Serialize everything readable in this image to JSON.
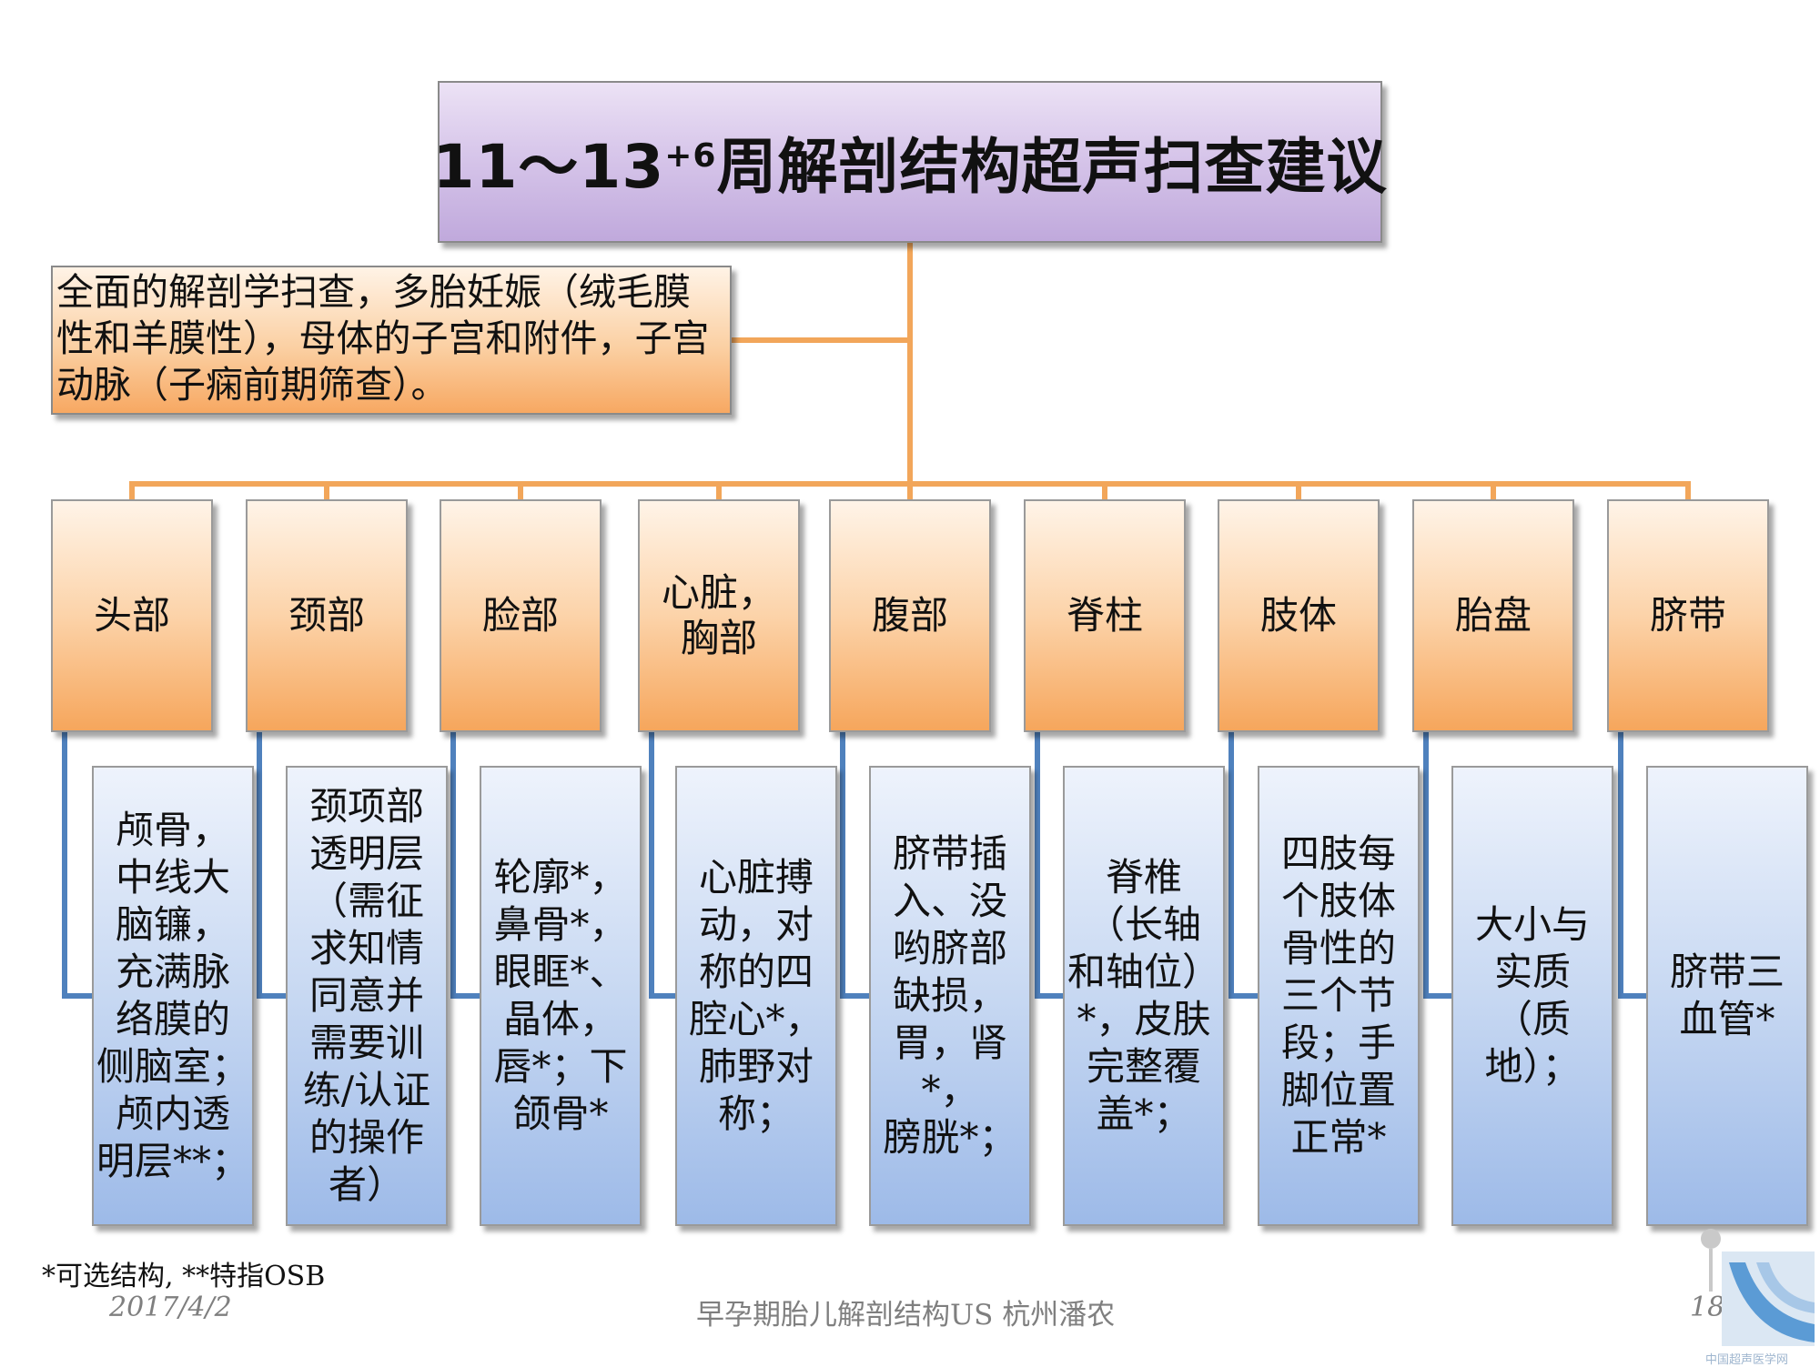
{
  "title": {
    "main": "11～13",
    "sup": "+6",
    "rest": "周解剖结构超声扫查建议"
  },
  "general": "全面的解剖学扫查，多胎妊娠（绒毛膜性和羊膜性），母体的子宫和附件，子宫动脉（子痫前期筛查）。",
  "categories": [
    {
      "label": "头部",
      "detail": "颅骨，\n中线大\n脑镰，\n充满脉\n络膜的\n侧脑室；\n颅内透\n明层**；"
    },
    {
      "label": "颈部",
      "detail": "颈项部\n透明层\n（需征\n求知情\n同意并\n需要训\n练/认证\n的操作\n者）"
    },
    {
      "label": "脸部",
      "detail": "轮廓*，\n鼻骨*，\n眼眶*、\n晶体，\n唇*；下\n颌骨*"
    },
    {
      "label": "心脏，\n胸部",
      "detail": "心脏搏\n动，对\n称的四\n腔心*，\n肺野对\n称；"
    },
    {
      "label": "腹部",
      "detail": "脐带插\n入、没\n哟脐部\n缺损，\n胃，肾*，\n膀胱*；"
    },
    {
      "label": "脊柱",
      "detail": "脊椎\n（长轴\n和轴位）\n*，皮肤\n完整覆\n盖*；"
    },
    {
      "label": "肢体",
      "detail": "四肢每\n个肢体\n骨性的\n三个节\n段；手\n脚位置\n正常*"
    },
    {
      "label": "胎盘",
      "detail": "大小与\n实质\n（质\n地）；"
    },
    {
      "label": "脐带",
      "detail": "脐带三\n血管*"
    }
  ],
  "footnote": "*可选结构, **特指OSB",
  "footer": {
    "date": "2017/4/2",
    "center": "早孕期胎儿解剖结构US 杭州潘农",
    "page": "18"
  },
  "logo_text": "中国超声医学网",
  "colors": {
    "connector_orange": "#f2a65a",
    "connector_blue": "#4f81bd",
    "title_fill": "#d7c6ea",
    "orange_fill": "#fbd0a3",
    "blue_fill": "#c7d8f2"
  }
}
